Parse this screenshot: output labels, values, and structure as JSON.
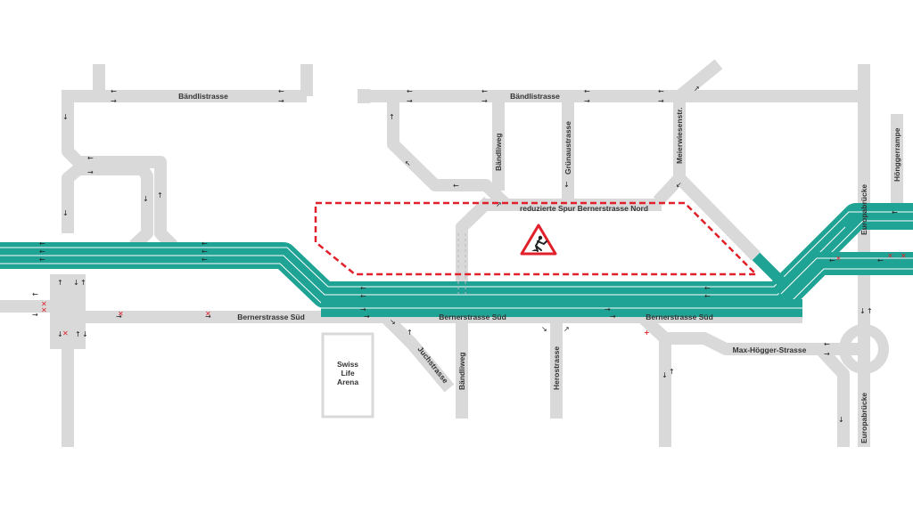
{
  "labels": {
    "baendlistrasse": "Bändlistrasse",
    "baendliweg": "Bändliweg",
    "gruenaustrasse": "Grünaustrasse",
    "meierwiesenstr": "Meierwiesenstr.",
    "europabruecke": "Europabrücke",
    "hoenggerrampe": "Hönggerrampe",
    "reduzierte_spur": "reduzierte Spur Bernerstrasse Nord",
    "bernerstrasse_sued": "Bernerstrasse Süd",
    "juchstrasse": "Juchstrasse",
    "herostrasse": "Herostrasse",
    "max_hoegger": "Max-Högger-Strasse",
    "arena_line1": "Swiss",
    "arena_line2": "Life",
    "arena_line3": "Arena"
  },
  "colors": {
    "road": "#d9d9d9",
    "highway": "#1fa394",
    "construction": "#e0202a",
    "text": "#333333"
  },
  "icons": {
    "roadwork": "roadworks-warning-sign-icon",
    "closure": "red-x-lane-closure-icon",
    "direction": "direction-arrow-icon"
  }
}
